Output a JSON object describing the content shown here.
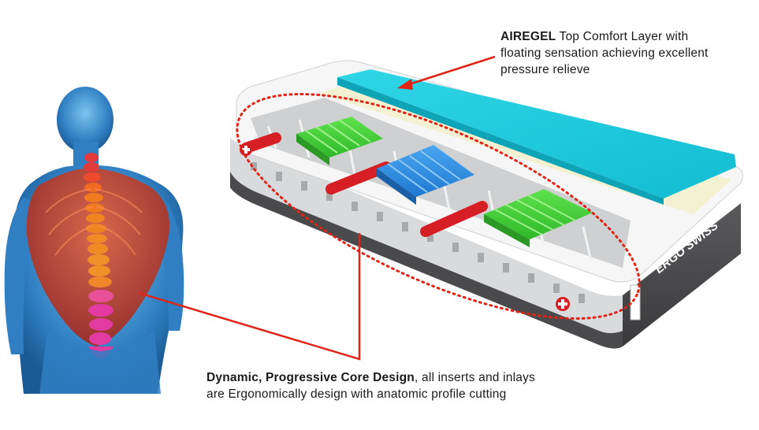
{
  "callouts": {
    "airegel": {
      "title": "AIREGEL",
      "line1": " Top Comfort Layer with",
      "line2": "floating sensation achieving excellent",
      "line3": "pressure relieve"
    },
    "core": {
      "title": "Dynamic, Progressive Core Design",
      "line1": ", all inserts and inlays",
      "line2": "are Ergonomically design with anatomic profile cutting"
    }
  },
  "brand": {
    "logo_text": "ERGO SWISS"
  },
  "colors": {
    "callout_line": "#e02418",
    "airegel_layer": "#1ccfe0",
    "comfort_layer": "#f3f1d2",
    "insert_green": "#3fcf3a",
    "insert_blue": "#2a8fe6",
    "rods_red": "#d61f25",
    "mattress_side": "#4a4a4c",
    "body_blue": "#3c8fd0",
    "back_muscle": "#c8402e",
    "spine_orange": "#f07a1e",
    "spine_pink": "#e23aa0"
  },
  "icons": {
    "human": "human-back-anatomy-illustration",
    "mattress": "mattress-cutaway-illustration"
  }
}
